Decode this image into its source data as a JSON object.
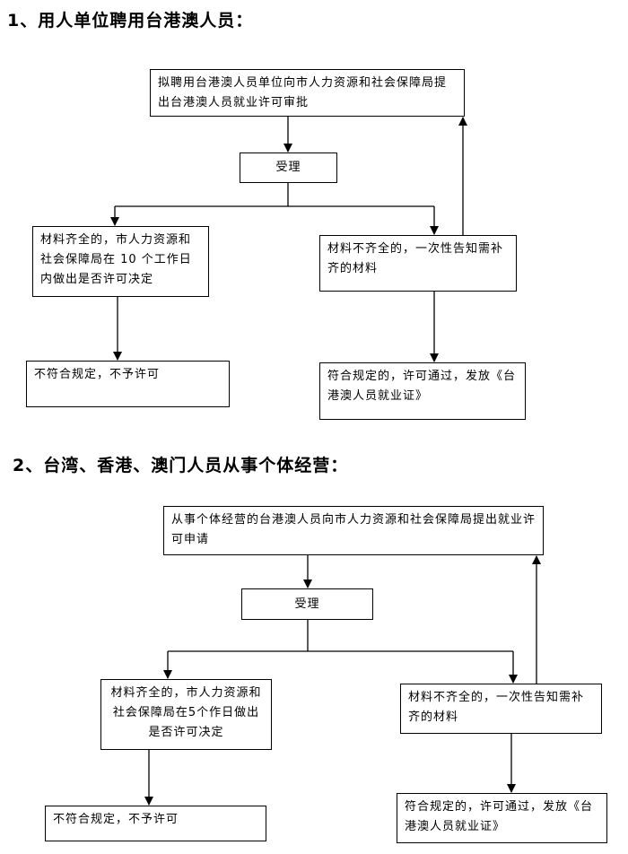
{
  "section1": {
    "heading": "1、用人单位聘用台港澳人员：",
    "box_apply": "拟聘用台港澳人员单位向市人力资源和社会保障局提出台港澳人员就业许可审批",
    "box_accept": "受理",
    "box_complete": "材料齐全的，市人力资源和社会保障局在 10 个工作日内做出是否许可决定",
    "box_incomplete": "材料不齐全的，一次性告知需补齐的材料",
    "box_reject": "不符合规定，不予许可",
    "box_approve": "符合规定的，许可通过，发放《台港澳人员就业证》"
  },
  "section2": {
    "heading": "2、台湾、香港、澳门人员从事个体经营：",
    "box_apply": "从事个体经营的台港澳人员向市人力资源和社会保障局提出就业许可申请",
    "box_accept": "受理",
    "box_complete": "材料齐全的，市人力资源和社会保障局在5个作日做出是否许可决定",
    "box_incomplete": "材料不齐全的，一次性告知需补齐的材料",
    "box_reject": "不符合规定，不予许可",
    "box_approve": "符合规定的，许可通过，发放《台港澳人员就业证》"
  }
}
